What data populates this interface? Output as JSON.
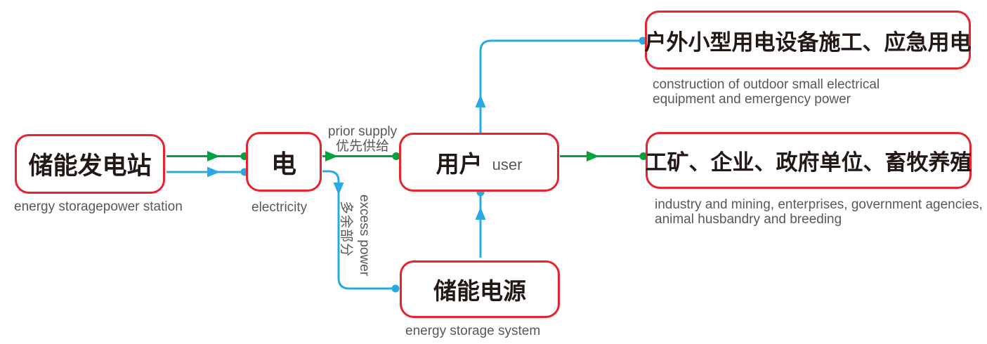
{
  "diagram": {
    "nodes": {
      "station": {
        "title": "储能发电站",
        "caption": "energy storagepower station"
      },
      "electricity": {
        "title": "电",
        "caption": "electricity"
      },
      "user": {
        "title": "用户",
        "subtitle": "user"
      },
      "storage": {
        "title": "储能电源",
        "caption": "energy storage system"
      },
      "outdoor": {
        "title": "户外小型用电设备施工、应急用电",
        "caption_lines": [
          "construction of outdoor small electrical",
          "equipment and emergency power"
        ]
      },
      "industry": {
        "title": "工矿、企业、政府单位、畜牧养殖",
        "caption_lines": [
          "industry and mining, enterprises, government agencies,",
          "animal husbandry and breeding"
        ]
      }
    },
    "edge_labels": {
      "prior_supply_en": "prior supply",
      "prior_supply_zh": "优先供给",
      "excess_power_en": "excess power",
      "excess_power_zh": "多余部分"
    },
    "colors": {
      "box_border": "#e8232e",
      "green_flow": "#00a33e",
      "blue_flow": "#29abe2",
      "title_text": "#231815",
      "caption_text": "#595757"
    }
  }
}
